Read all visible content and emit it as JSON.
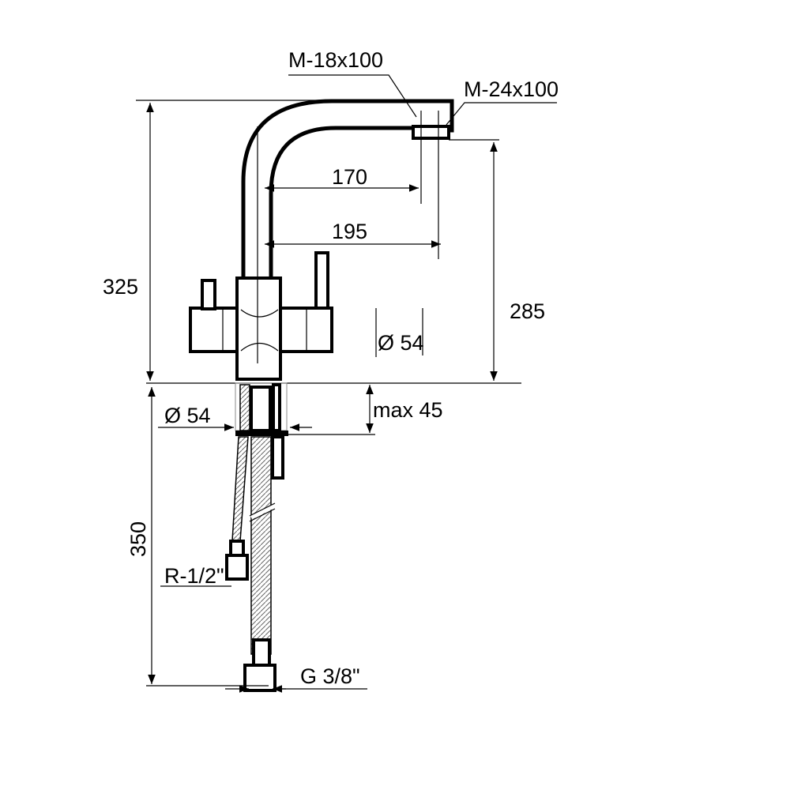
{
  "drawing": {
    "labels": {
      "thread_spout_inner": "M-18x100",
      "thread_spout_outer": "M-24x100",
      "reach_inner": "170",
      "reach_outer": "195",
      "total_height": "325",
      "spout_height": "285",
      "body_diameter": "Ø 54",
      "max_counter_thickness": "max 45",
      "hole_diameter": "Ø 54",
      "hose_length": "350",
      "filter_connection": "R-1/2\"",
      "supply_connection": "G 3/8\""
    }
  }
}
